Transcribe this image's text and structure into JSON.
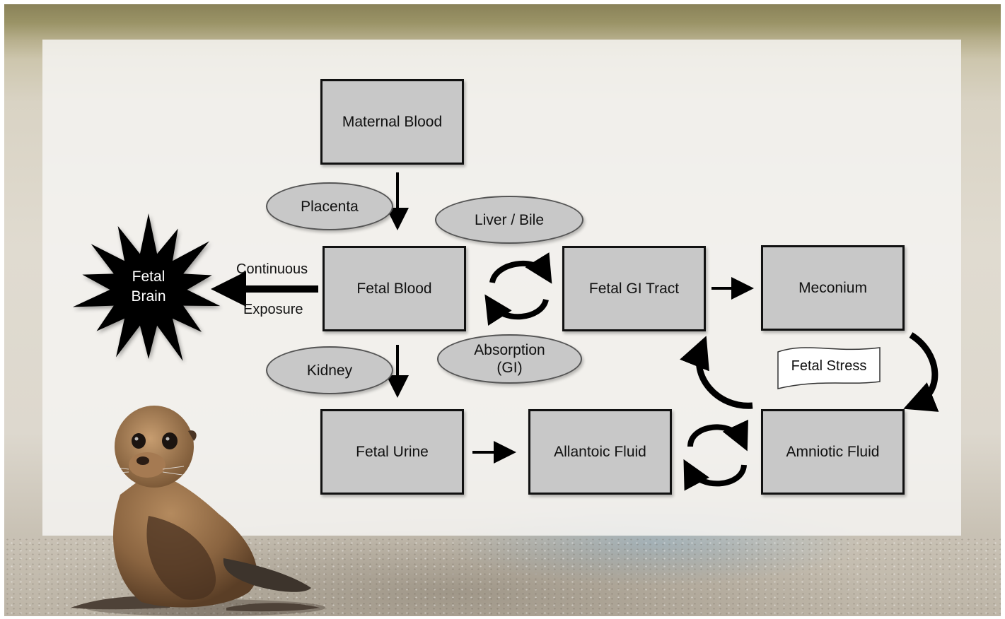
{
  "diagram": {
    "boxes": {
      "maternal_blood": "Maternal Blood",
      "fetal_blood": "Fetal Blood",
      "fetal_gi_tract": "Fetal GI Tract",
      "meconium": "Meconium",
      "fetal_urine": "Fetal Urine",
      "allantoic_fluid": "Allantoic Fluid",
      "amniotic_fluid": "Amniotic Fluid"
    },
    "ovals": {
      "placenta": "Placenta",
      "liver_bile": "Liver / Bile",
      "kidney": "Kidney",
      "absorption_line1": "Absorption",
      "absorption_line2": "(GI)"
    },
    "exposure_labels": {
      "top": "Continuous",
      "bottom": "Exposure"
    },
    "fetal_brain": {
      "line1": "Fetal",
      "line2": "Brain"
    },
    "fetal_stress": "Fetal Stress"
  },
  "colors": {
    "box_fill": "#c8c8c8",
    "arrow": "#000000",
    "burst": "#000000"
  }
}
